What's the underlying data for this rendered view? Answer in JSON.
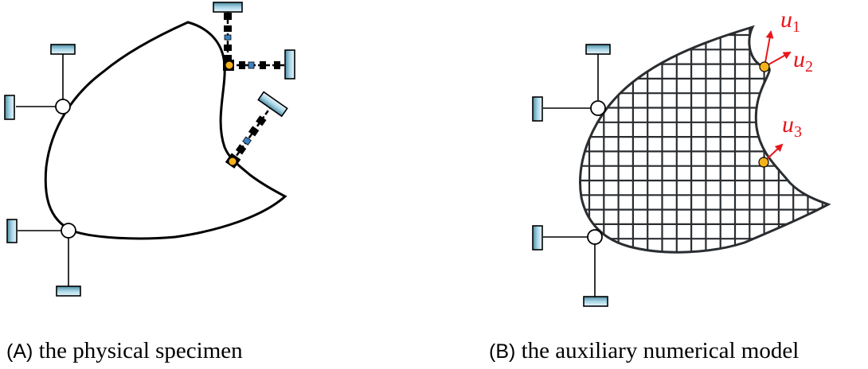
{
  "panel_a": {
    "tag": "(A)",
    "caption": "the physical specimen"
  },
  "panel_b": {
    "tag": "(B)",
    "caption": "the auxiliary numerical model",
    "labels": [
      {
        "base": "u",
        "sub": "1"
      },
      {
        "base": "u",
        "sub": "2"
      },
      {
        "base": "u",
        "sub": "3"
      }
    ]
  },
  "colors": {
    "outline": "#000000",
    "mesh": "#2a2d30",
    "support_fill": "#8fc3d6",
    "sensor": "#f5b21c",
    "arrow": "#e8161b"
  }
}
